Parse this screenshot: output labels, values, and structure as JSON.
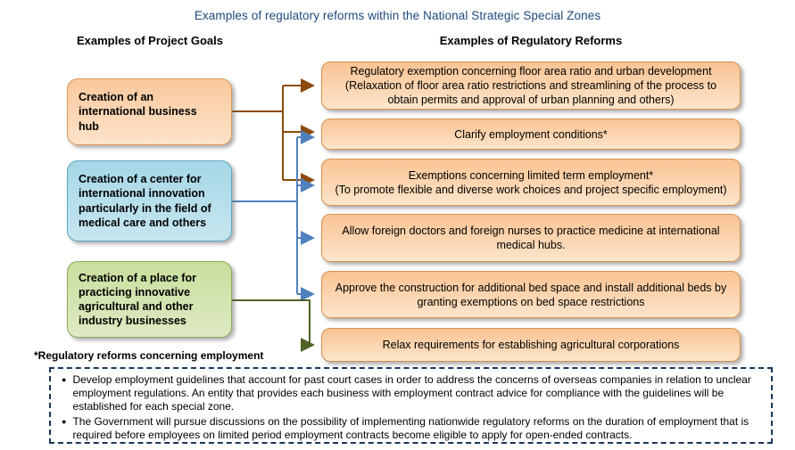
{
  "title": "Examples of regulatory reforms within the National Strategic Special Zones",
  "columns": {
    "left_header": "Examples of Project Goals",
    "right_header": "Examples of Regulatory Reforms"
  },
  "goals": [
    {
      "text": "Creation of an international business hub"
    },
    {
      "text": "Creation of a center for international innovation particularly in the field of medical care and others"
    },
    {
      "text": "Creation of a place for practicing innovative agricultural and other industry businesses"
    }
  ],
  "reforms": [
    {
      "line1": "Regulatory exemption concerning floor area ratio and urban development",
      "line2": "(Relaxation of floor area ratio restrictions and streamlining of the process to obtain permits and approval of urban planning and others)"
    },
    {
      "line1": "Clarify employment conditions*",
      "line2": ""
    },
    {
      "line1": "Exemptions concerning limited term employment*",
      "line2": "(To promote flexible and diverse work choices and project specific employment)"
    },
    {
      "line1": "Allow foreign doctors and foreign nurses to practice medicine at international medical hubs.",
      "line2": ""
    },
    {
      "line1": "Approve the construction for additional bed space and install additional beds by granting exemptions on bed space restrictions",
      "line2": ""
    },
    {
      "line1": "Relax requirements for establishing agricultural corporations",
      "line2": ""
    }
  ],
  "footnote": "*Regulatory reforms concerning employment",
  "notes": {
    "bullet_char": "●",
    "items": [
      "Develop employment guidelines that account for past court cases in order to address the concerns of overseas companies in relation to unclear employment regulations. An entity that provides each business with employment contract advice for compliance with the guidelines will be established for each special zone.",
      "The Government will pursue discussions on the possibility of implementing nationwide regulatory reforms on the duration of employment that is required before employees on limited period employment contracts become eligible to apply for open-ended contracts."
    ]
  },
  "colors": {
    "title_text": "#1F497D",
    "goal_business_fill": "#FAC89C",
    "goal_medical_fill": "#A5D7E7",
    "goal_agriculture_fill": "#C9DE9C",
    "reform_fill": "#FAC393",
    "arrow_business": "#8C4A0B",
    "arrow_medical": "#4F81BD",
    "arrow_agriculture": "#4F6228",
    "notes_border": "#17375E"
  }
}
